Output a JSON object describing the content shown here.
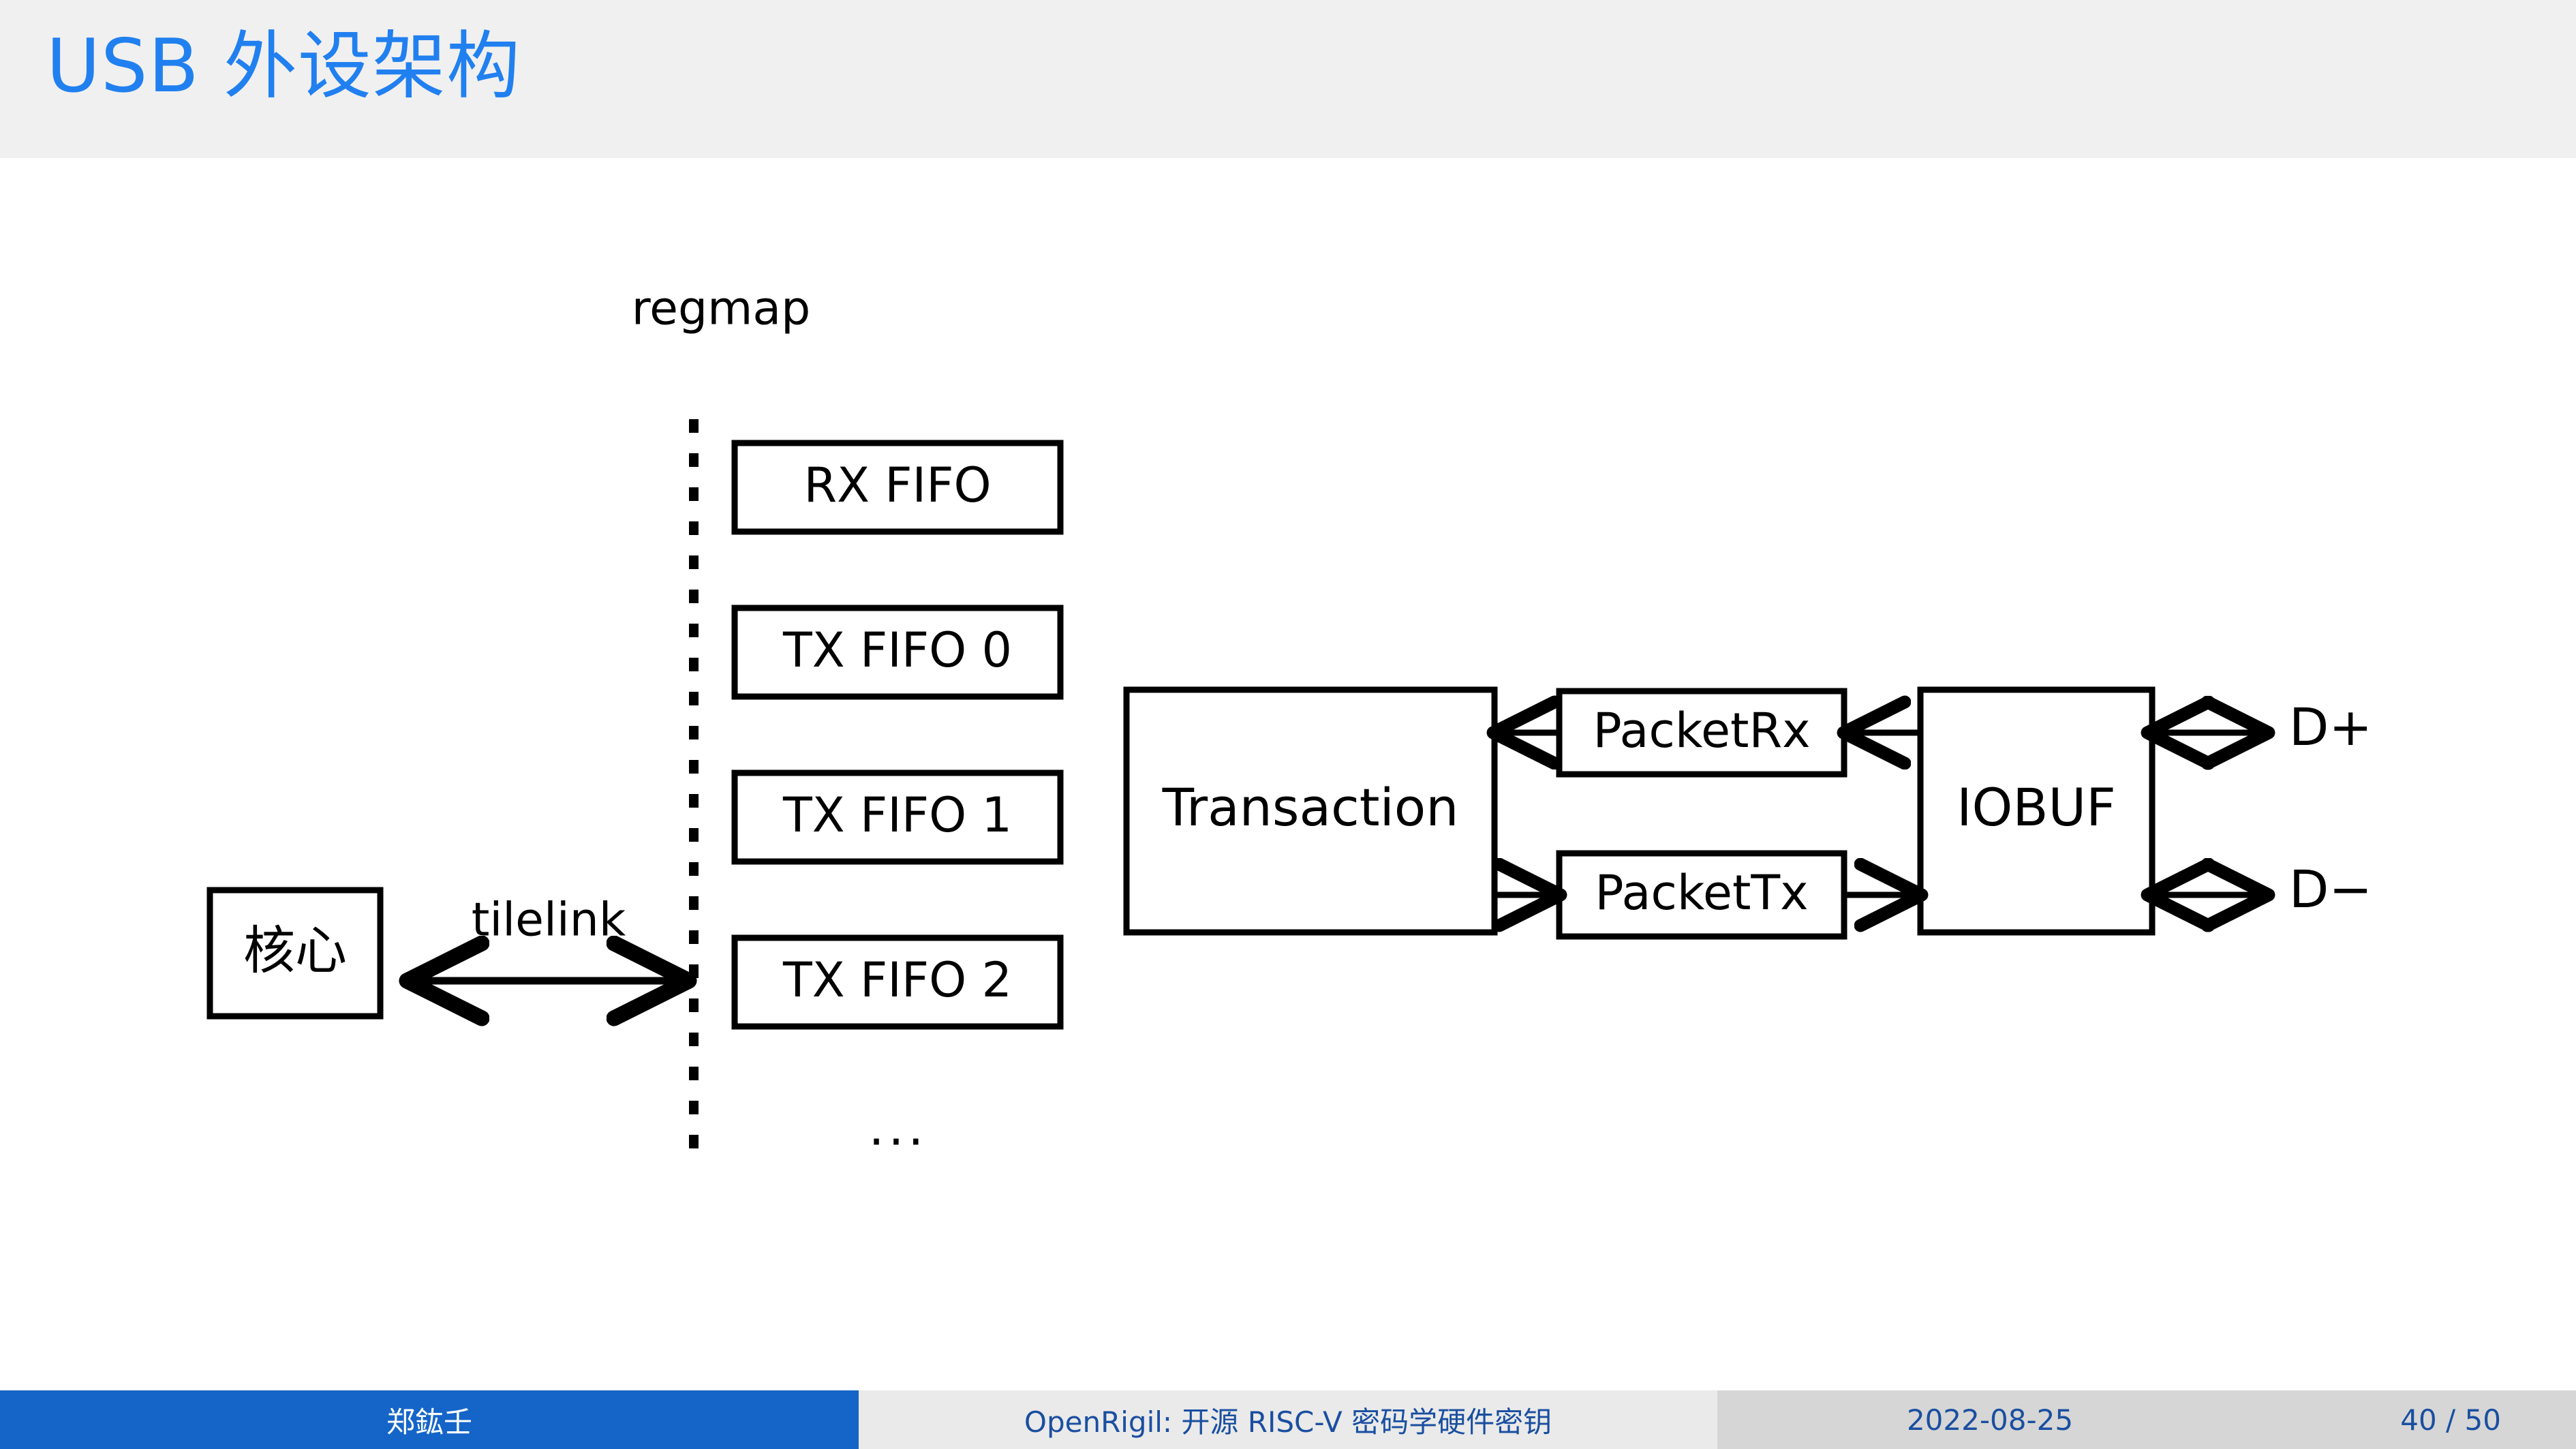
{
  "header": {
    "title": "USB 外设架构",
    "title_color": "#2180f0",
    "band_color": "#f0f0f0"
  },
  "diagram": {
    "type": "block-diagram",
    "core_block": {
      "label": "核心"
    },
    "bus": {
      "label": "tilelink",
      "arrow": "double-headed"
    },
    "regmap": {
      "label": "regmap",
      "boundary": "vertical-dashed-line"
    },
    "fifos": [
      {
        "label": "RX FIFO"
      },
      {
        "label": "TX FIFO 0"
      },
      {
        "label": "TX FIFO 1"
      },
      {
        "label": "TX FIFO 2"
      }
    ],
    "fifo_ellipsis": "...",
    "transaction_block": {
      "label": "Transaction"
    },
    "packet_rx_block": {
      "label": "PacketRx"
    },
    "packet_tx_block": {
      "label": "PacketTx"
    },
    "iobuf_block": {
      "label": "IOBUF"
    },
    "pins": [
      {
        "label": "D+",
        "arrow": "double-headed"
      },
      {
        "label": "D−",
        "arrow": "double-headed"
      }
    ],
    "edges": [
      {
        "from": "核心",
        "to": "regmap",
        "label": "tilelink",
        "direction": "bidirectional"
      },
      {
        "from": "PacketRx",
        "to": "Transaction",
        "direction": "left"
      },
      {
        "from": "Transaction",
        "to": "PacketTx",
        "direction": "right"
      },
      {
        "from": "IOBUF",
        "to": "PacketRx",
        "direction": "left"
      },
      {
        "from": "PacketTx",
        "to": "IOBUF",
        "direction": "right"
      },
      {
        "from": "IOBUF",
        "to": "D+",
        "direction": "bidirectional"
      },
      {
        "from": "IOBUF",
        "to": "D−",
        "direction": "bidirectional"
      }
    ]
  },
  "footer": {
    "author": "郑鈜壬",
    "title": "OpenRigil: 开源 RISC-V 密码学硬件密钥",
    "date": "2022-08-25",
    "page": "40 / 50",
    "accent_color": "#1565c8",
    "light_color": "#eaeaea",
    "mid_color": "#d6d6d6",
    "text_color": "#1a4fa0"
  }
}
